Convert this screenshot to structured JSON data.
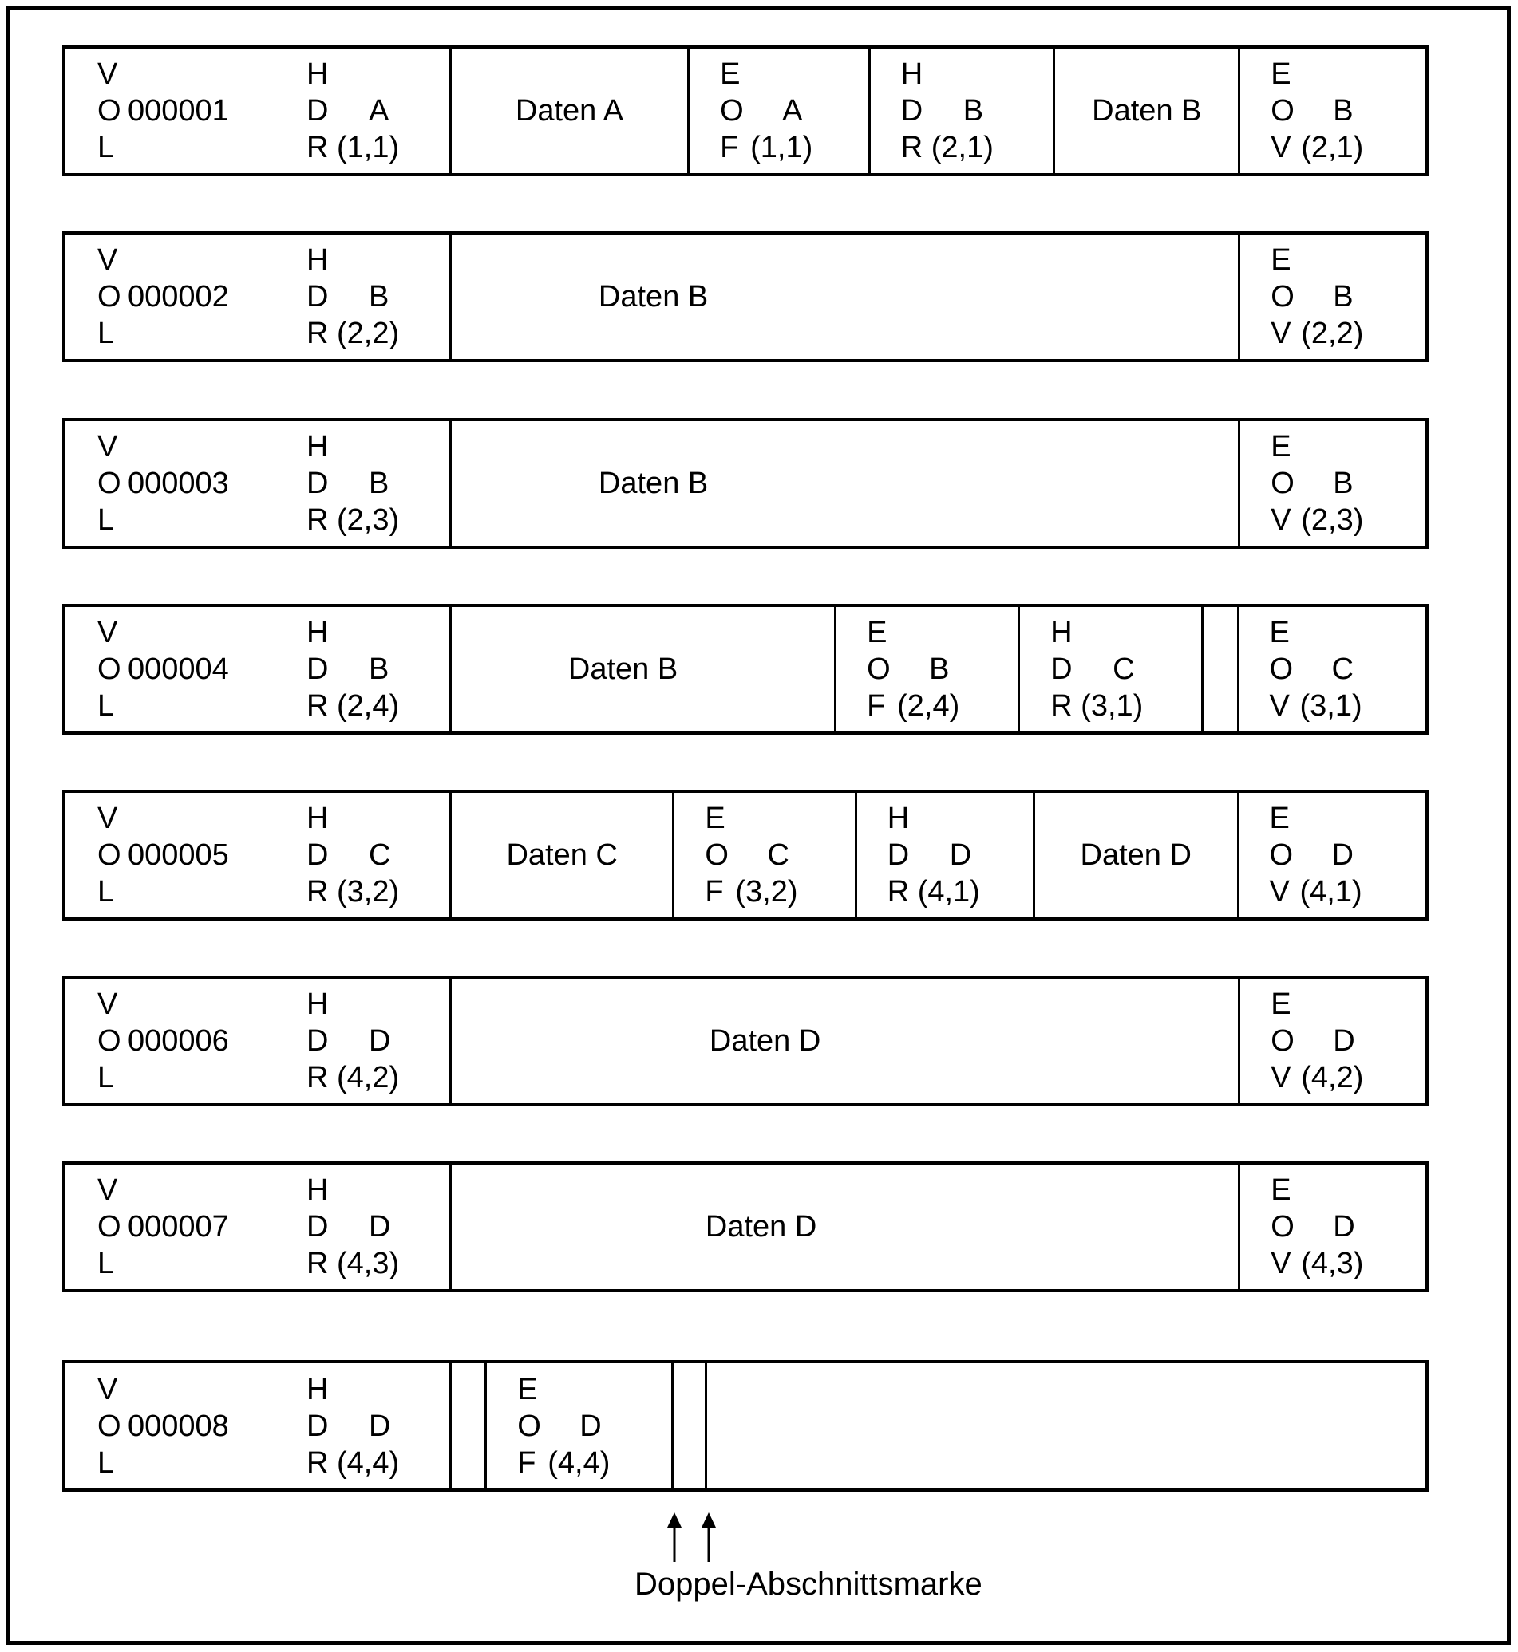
{
  "diagram": {
    "caption": "Doppel-Abschnittsmarke",
    "rows": [
      {
        "volume": "000001",
        "cells": [
          {
            "type": "labels-first",
            "w": 28.4,
            "blocks": [
              [
                "V",
                "O 000001",
                "L"
              ],
              [
                "H",
                "D A",
                "R (1,1)"
              ]
            ]
          },
          {
            "type": "data",
            "w": 17.5,
            "label": "Daten A",
            "shift": 0
          },
          {
            "type": "labels",
            "w": 13.3,
            "blocks": [
              [
                "E",
                "O A",
                "F (1,1)"
              ]
            ]
          },
          {
            "type": "labels",
            "w": 13.6,
            "blocks": [
              [
                "H",
                "D B",
                "R (2,1)"
              ]
            ]
          },
          {
            "type": "data",
            "w": 13.6,
            "label": "Daten B",
            "shift": 0
          },
          {
            "type": "labels",
            "w": 13.6,
            "blocks": [
              [
                "E",
                "O B",
                "V (2,1)"
              ]
            ]
          }
        ]
      },
      {
        "volume": "000002",
        "cells": [
          {
            "type": "labels-first",
            "w": 28.4,
            "blocks": [
              [
                "V",
                "O 000002",
                "L"
              ],
              [
                "H",
                "D B",
                "R (2,2)"
              ]
            ]
          },
          {
            "type": "data",
            "w": 58.0,
            "label": "Daten B",
            "shift": -240
          },
          {
            "type": "labels",
            "w": 13.6,
            "blocks": [
              [
                "E",
                "O B",
                "V (2,2)"
              ]
            ]
          }
        ]
      },
      {
        "volume": "000003",
        "cells": [
          {
            "type": "labels-first",
            "w": 28.4,
            "blocks": [
              [
                "V",
                "O 000003",
                "L"
              ],
              [
                "H",
                "D B",
                "R (2,3)"
              ]
            ]
          },
          {
            "type": "data",
            "w": 58.0,
            "label": "Daten B",
            "shift": -240
          },
          {
            "type": "labels",
            "w": 13.6,
            "blocks": [
              [
                "E",
                "O B",
                "V (2,3)"
              ]
            ]
          }
        ]
      },
      {
        "volume": "000004",
        "cells": [
          {
            "type": "labels-first",
            "w": 28.4,
            "blocks": [
              [
                "V",
                "O 000004",
                "L"
              ],
              [
                "H",
                "D B",
                "R (2,4)"
              ]
            ]
          },
          {
            "type": "data",
            "w": 28.3,
            "label": "Daten B",
            "shift": -25
          },
          {
            "type": "labels",
            "w": 13.5,
            "blocks": [
              [
                "E",
                "O B",
                "F (2,4)"
              ]
            ]
          },
          {
            "type": "labels",
            "w": 13.5,
            "blocks": [
              [
                "H",
                "D C",
                "R (3,1)"
              ]
            ]
          },
          {
            "type": "mark",
            "w": 2.6
          },
          {
            "type": "labels",
            "w": 13.7,
            "blocks": [
              [
                "E",
                "O C",
                "V (3,1)"
              ]
            ]
          }
        ]
      },
      {
        "volume": "000005",
        "cells": [
          {
            "type": "labels-first",
            "w": 28.4,
            "blocks": [
              [
                "V",
                "O 000005",
                "L"
              ],
              [
                "H",
                "D C",
                "R (3,2)"
              ]
            ]
          },
          {
            "type": "data",
            "w": 16.4,
            "label": "Daten C",
            "shift": 0
          },
          {
            "type": "labels",
            "w": 13.4,
            "blocks": [
              [
                "E",
                "O C",
                "F (3,2)"
              ]
            ]
          },
          {
            "type": "labels",
            "w": 13.1,
            "blocks": [
              [
                "H",
                "D D",
                "R (4,1)"
              ]
            ]
          },
          {
            "type": "data",
            "w": 15.0,
            "label": "Daten D",
            "shift": 0
          },
          {
            "type": "labels",
            "w": 13.7,
            "blocks": [
              [
                "E",
                "O D",
                "V (4,1)"
              ]
            ]
          }
        ]
      },
      {
        "volume": "000006",
        "cells": [
          {
            "type": "labels-first",
            "w": 28.4,
            "blocks": [
              [
                "V",
                "O 000006",
                "L"
              ],
              [
                "H",
                "D D",
                "R (4,2)"
              ]
            ]
          },
          {
            "type": "data",
            "w": 58.0,
            "label": "Daten D",
            "shift": -100
          },
          {
            "type": "labels",
            "w": 13.6,
            "blocks": [
              [
                "E",
                "O D",
                "V (4,2)"
              ]
            ]
          }
        ]
      },
      {
        "volume": "000007",
        "cells": [
          {
            "type": "labels-first",
            "w": 28.4,
            "blocks": [
              [
                "V",
                "O 000007",
                "L"
              ],
              [
                "H",
                "D D",
                "R (4,3)"
              ]
            ]
          },
          {
            "type": "data",
            "w": 58.0,
            "label": "Daten D",
            "shift": -105
          },
          {
            "type": "labels",
            "w": 13.6,
            "blocks": [
              [
                "E",
                "O D",
                "V (4,3)"
              ]
            ]
          }
        ]
      },
      {
        "volume": "000008",
        "cells": [
          {
            "type": "labels-first",
            "w": 28.4,
            "blocks": [
              [
                "V",
                "O 000008",
                "L"
              ],
              [
                "H",
                "D D",
                "R (4,4)"
              ]
            ]
          },
          {
            "type": "mark",
            "w": 2.6
          },
          {
            "type": "labels",
            "w": 13.7,
            "blocks": [
              [
                "E",
                "O D",
                "F (4,4)"
              ]
            ]
          },
          {
            "type": "mark",
            "w": 2.5
          },
          {
            "type": "empty",
            "w": 52.8
          }
        ]
      }
    ],
    "colors": {
      "line": "#000000",
      "text": "#000000",
      "background": "#ffffff"
    }
  }
}
